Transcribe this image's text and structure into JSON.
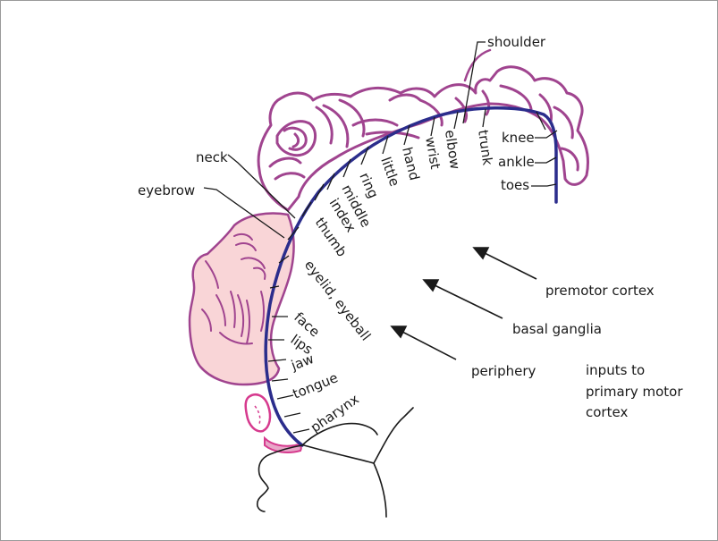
{
  "labels": {
    "shoulder": "shoulder",
    "elbow": "elbow",
    "trunk": "trunk",
    "wrist": "wrist",
    "knee": "knee",
    "ankle": "ankle",
    "toes": "toes",
    "hand": "hand",
    "little": "little",
    "ring": "ring",
    "middle": "middle",
    "index": "index",
    "thumb": "thumb",
    "neck": "neck",
    "eyebrow": "eyebrow",
    "eyelid_eyeball": "eyelid, eyeball",
    "face": "face",
    "lips": "lips",
    "jaw": "jaw",
    "tongue": "tongue",
    "pharynx": "pharynx"
  },
  "inputs": {
    "premotor": "premotor cortex",
    "basal_ganglia": "basal ganglia",
    "periphery": "periphery",
    "caption_line1": "inputs to",
    "caption_line2": "primary motor",
    "caption_line3": "cortex"
  },
  "colors": {
    "cortex_blue": "#2b2d8c",
    "body_outline": "#a0448f",
    "face_fill": "#f9d5d7",
    "tongue_pink": "#d63a8e"
  }
}
